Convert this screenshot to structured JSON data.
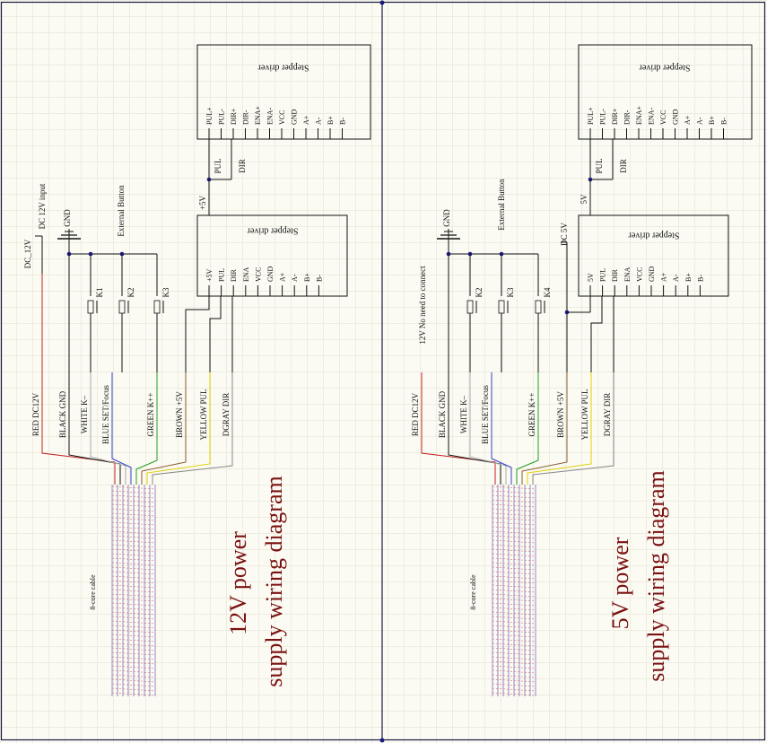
{
  "colors": {
    "wire": "#111111",
    "border": "#1a1a40",
    "title": "#7a1010",
    "red": "#c42020",
    "blue": "#3040c8",
    "green": "#20a020",
    "brown": "#8b5a2b",
    "yellow": "#e0d000",
    "gray": "#888888",
    "cable_lines": "#9a86c8",
    "cable_hatch": "#c85050",
    "junction": "#1a1a80"
  },
  "panels": [
    {
      "title_line1": "12V power",
      "title_line2": "supply wiring diagram",
      "driver_top": {
        "title": "Stepper driver",
        "pins": [
          "PUL+",
          "PUL-",
          "DIR+",
          "DIR-",
          "ENA+",
          "ENA-",
          "VCC",
          "GND",
          "A+",
          "A-",
          "B+",
          "B-"
        ]
      },
      "driver_bottom": {
        "title": "Stepper driver",
        "pins": [
          "+5V",
          "PUL",
          "DIR",
          "ENA",
          "VCC",
          "GND",
          "A+",
          "A-",
          "B+",
          "B-"
        ]
      },
      "label_pul": "PUL",
      "label_dir": "DIR",
      "label_5v": "+5V",
      "label_gnd": "GND",
      "label_input": "DC 12V input",
      "label_dc": "DC_12V",
      "label_button": "External  Button",
      "switches": [
        "K1",
        "K2",
        "K3"
      ],
      "label_note": "",
      "wires": [
        "RED DC12V",
        "BLACK GND",
        "WHITE K–",
        "BLUE SET/Focus",
        "GREEN K++",
        "BROWN  +5V",
        "YELLOW PUL",
        "DGRAY DIR"
      ],
      "cable_label": "8-core cable"
    },
    {
      "title_line1": "5V power",
      "title_line2": "supply wiring diagram",
      "driver_top": {
        "title": "Stepper driver",
        "pins": [
          "PUL+",
          "PUL-",
          "DIR+",
          "DIR-",
          "ENA+",
          "ENA-",
          "VCC",
          "GND",
          "A+",
          "A-",
          "B+",
          "B-"
        ]
      },
      "driver_bottom": {
        "title": "Stepper driver",
        "pins": [
          "5V",
          "PUL",
          "DIR",
          "ENA",
          "VCC",
          "GND",
          "A+",
          "A-",
          "B+",
          "B-"
        ]
      },
      "label_pul": "PUL",
      "label_dir": "DIR",
      "label_5v": "5V",
      "label_gnd": "GND",
      "label_input": "",
      "label_dc": "DC 5V",
      "label_button": "External  Button",
      "switches": [
        "K2",
        "K3",
        "K4"
      ],
      "label_note": "12V No need to connect",
      "wires": [
        "RED DC12V",
        "BLACK GND",
        "WHITE K–",
        "BLUE  SET/Focus",
        "GREEN K++",
        "BROWN  +5V",
        "YELLOW PUL",
        "DGRAY DIR"
      ],
      "cable_label": "8-core cable"
    }
  ]
}
